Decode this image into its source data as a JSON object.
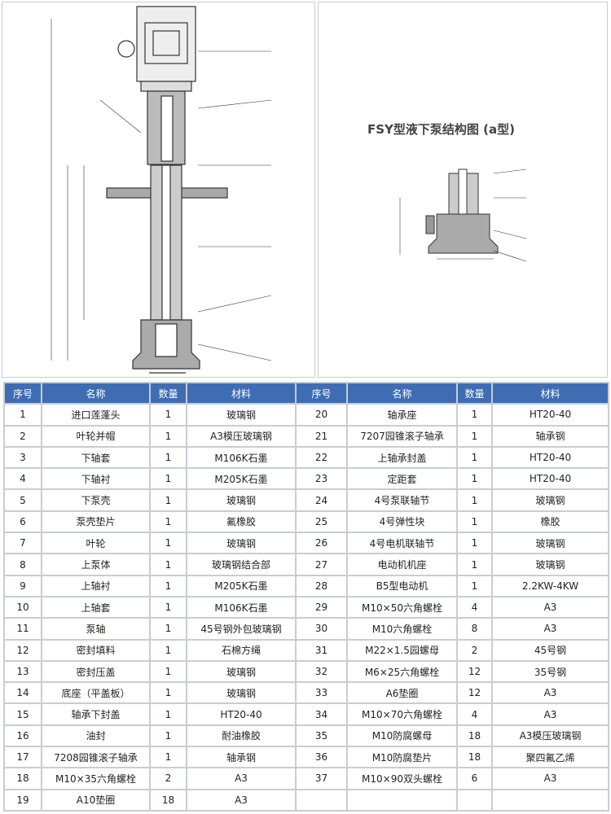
{
  "drawing": {
    "title": "FSY型液下泵结构图 (a型)"
  },
  "table": {
    "headers": [
      "序号",
      "名称",
      "数量",
      "材料",
      "序号",
      "名称",
      "数量",
      "材料"
    ],
    "left": [
      [
        "1",
        "进口莲蓬头",
        "1",
        "玻璃钢"
      ],
      [
        "2",
        "叶轮并帽",
        "1",
        "A3模压玻璃钢"
      ],
      [
        "3",
        "下轴套",
        "1",
        "M106K石墨"
      ],
      [
        "4",
        "下轴衬",
        "1",
        "M205K石墨"
      ],
      [
        "5",
        "下泵壳",
        "1",
        "玻璃钢"
      ],
      [
        "6",
        "泵壳垫片",
        "1",
        "氟橡胶"
      ],
      [
        "7",
        "叶轮",
        "1",
        "玻璃钢"
      ],
      [
        "8",
        "上泵体",
        "1",
        "玻璃钢结合部"
      ],
      [
        "9",
        "上轴衬",
        "1",
        "M205K石墨"
      ],
      [
        "10",
        "上轴套",
        "1",
        "M106K石墨"
      ],
      [
        "11",
        "泵轴",
        "1",
        "45号钢外包玻璃钢"
      ],
      [
        "12",
        "密封填料",
        "1",
        "石棉方绳"
      ],
      [
        "13",
        "密封压盖",
        "1",
        "玻璃钢"
      ],
      [
        "14",
        "底座（平盖板）",
        "1",
        "玻璃钢"
      ],
      [
        "15",
        "轴承下封盖",
        "1",
        "HT20-40"
      ],
      [
        "16",
        "油封",
        "1",
        "耐油橡胶"
      ],
      [
        "17",
        "7208园锥滚子轴承",
        "1",
        "轴承钢"
      ],
      [
        "18",
        "M10×35六角螺栓",
        "2",
        "A3"
      ],
      [
        "19",
        "A10垫圈",
        "18",
        "A3"
      ]
    ],
    "right": [
      [
        "20",
        "轴承座",
        "1",
        "HT20-40"
      ],
      [
        "21",
        "7207园锥滚子轴承",
        "1",
        "轴承钢"
      ],
      [
        "22",
        "上轴承封盖",
        "1",
        "HT20-40"
      ],
      [
        "23",
        "定距套",
        "1",
        "HT20-40"
      ],
      [
        "24",
        "4号泵联轴节",
        "1",
        "玻璃钢"
      ],
      [
        "25",
        "4号弹性块",
        "1",
        "橡胶"
      ],
      [
        "26",
        "4号电机联轴节",
        "1",
        "玻璃钢"
      ],
      [
        "27",
        "电动机机座",
        "1",
        "玻璃钢"
      ],
      [
        "28",
        "B5型电动机",
        "1",
        "2.2KW-4KW"
      ],
      [
        "29",
        "M10×50六角螺栓",
        "4",
        "A3"
      ],
      [
        "30",
        "M10六角螺栓",
        "8",
        "A3"
      ],
      [
        "31",
        "M22×1.5园螺母",
        "2",
        "45号钢"
      ],
      [
        "32",
        "M6×25六角螺栓",
        "12",
        "35号钢"
      ],
      [
        "33",
        "A6垫圈",
        "12",
        "A3"
      ],
      [
        "34",
        "M10×70六角螺栓",
        "4",
        "A3"
      ],
      [
        "35",
        "M10防腐螺母",
        "18",
        "A3模压玻璃钢"
      ],
      [
        "36",
        "M10防腐垫片",
        "18",
        "聚四氟乙烯"
      ],
      [
        "37",
        "M10×90双头螺栓",
        "6",
        "A3"
      ],
      [
        "",
        "",
        "",
        ""
      ]
    ]
  }
}
